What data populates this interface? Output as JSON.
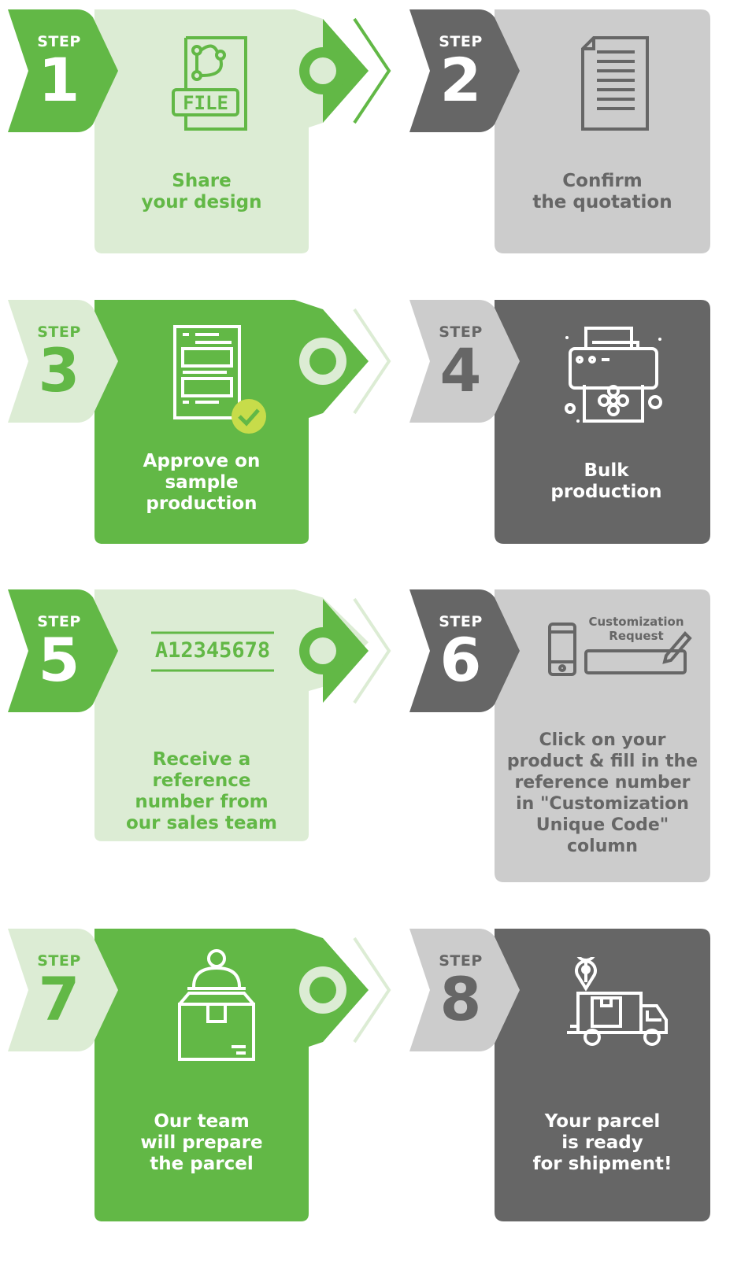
{
  "colors": {
    "green": "#62b846",
    "light_green": "#dcecd4",
    "dark_gray": "#666666",
    "light_gray": "#cccccc",
    "white": "#ffffff"
  },
  "steps": [
    {
      "word": "STEP",
      "num": "1",
      "lines": [
        "Share",
        "your design"
      ],
      "icon": "file-icon"
    },
    {
      "word": "STEP",
      "num": "2",
      "lines": [
        "Confirm",
        "the quotation"
      ],
      "icon": "document-icon"
    },
    {
      "word": "STEP",
      "num": "3",
      "lines": [
        "Approve on",
        "sample",
        "production"
      ],
      "icon": "approved-form-icon"
    },
    {
      "word": "STEP",
      "num": "4",
      "lines": [
        "Bulk",
        "production"
      ],
      "icon": "printer-icon"
    },
    {
      "word": "STEP",
      "num": "5",
      "lines": [
        "Receive a",
        "reference",
        "number from",
        "our sales team"
      ],
      "icon": "reference-code-icon",
      "code": "A12345678"
    },
    {
      "word": "STEP",
      "num": "6",
      "lines": [
        "Click on your",
        "product & fill in the",
        "reference number",
        "in \"Customization",
        "Unique Code\"",
        "column"
      ],
      "icon": "customization-request-icon",
      "custom_label": [
        "Customization",
        "Request"
      ]
    },
    {
      "word": "STEP",
      "num": "7",
      "lines": [
        "Our team",
        "will prepare",
        "the parcel"
      ],
      "icon": "parcel-icon"
    },
    {
      "word": "STEP",
      "num": "8",
      "lines": [
        "Your parcel",
        "is ready",
        "for shipment!"
      ],
      "icon": "delivery-truck-icon"
    }
  ],
  "file_icon_text": "FILE"
}
